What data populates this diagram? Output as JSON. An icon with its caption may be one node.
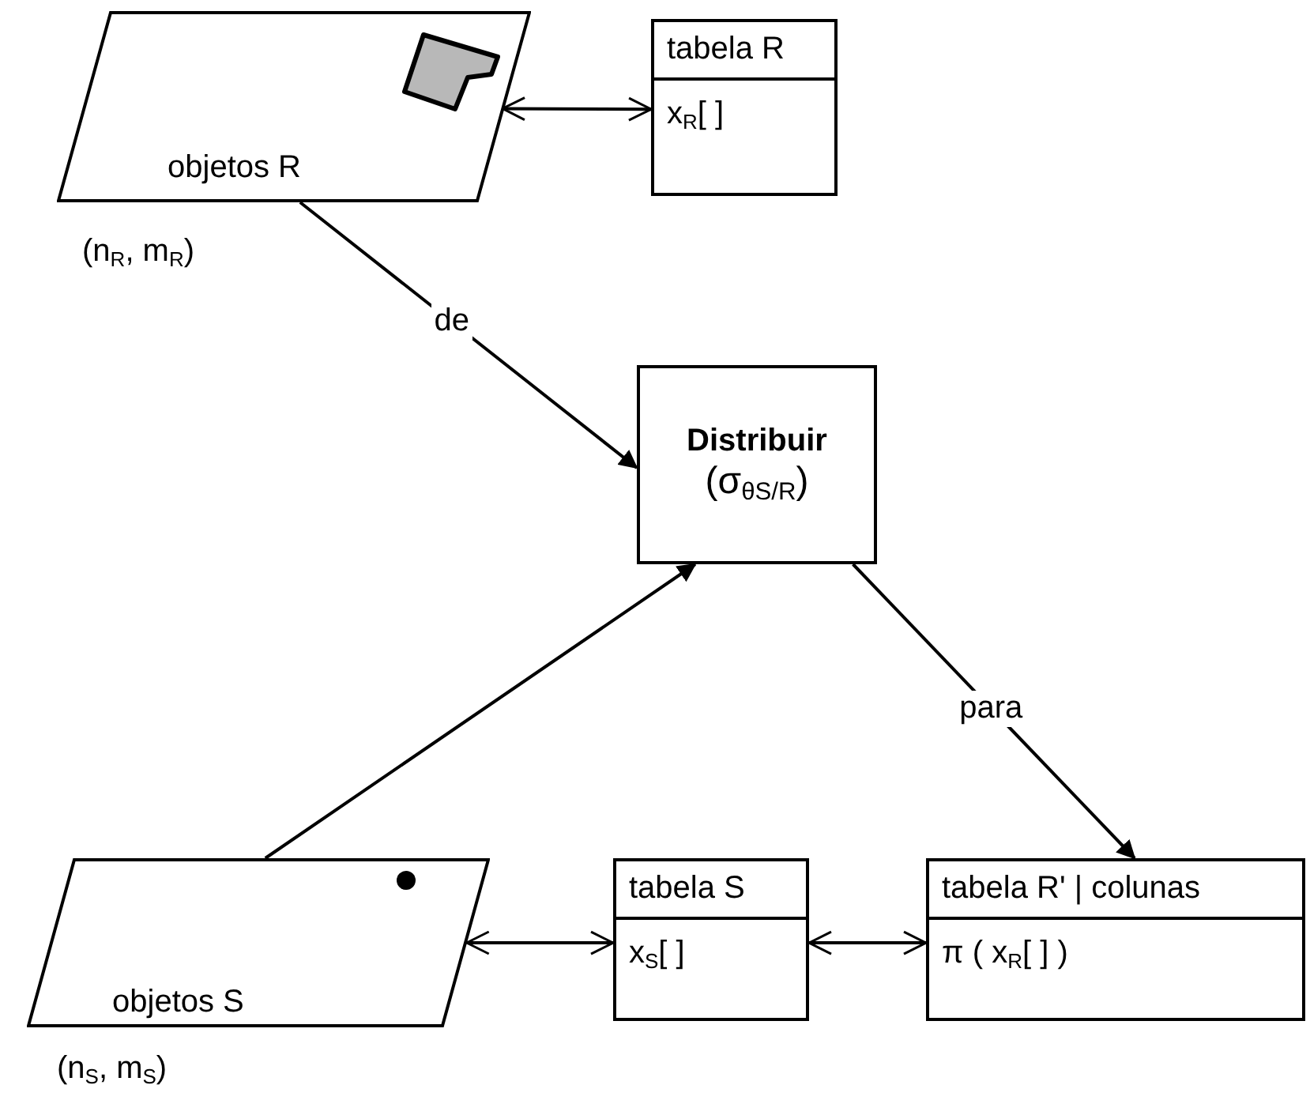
{
  "diagram": {
    "nodes": [
      {
        "text": [
          "objetos R"
        ],
        "beside": [
          "(n$_{R}$, m$_{R}$)"
        ]
      },
      {
        "text": [
          "tabela R",
          "x$_{R}$[ ]"
        ]
      },
      {
        "text": [
          "Distribuir",
          "(σ$_{θS/R}$)"
        ]
      },
      {
        "text": [
          "objetos S"
        ],
        "beside": [
          "(n$_{S}$, m$_{S}$)"
        ]
      },
      {
        "text": [
          "tabela S",
          "x$_{S}$[ ]"
        ]
      },
      {
        "text": [
          "tabela R' | colunas",
          "π  ( x$_{R}$[ ] )"
        ]
      }
    ],
    "edges": [
      {
        "from": 0,
        "to": 1,
        "arrow": "both"
      },
      {
        "from": 0,
        "to": 2,
        "arrow": "to",
        "label": "de"
      },
      {
        "from": 3,
        "to": 2,
        "arrow": "to"
      },
      {
        "from": 2,
        "to": 5,
        "arrow": "to",
        "label": "para"
      },
      {
        "from": 3,
        "to": 4,
        "arrow": "both"
      },
      {
        "from": 4,
        "to": 5,
        "arrow": "both"
      }
    ]
  }
}
